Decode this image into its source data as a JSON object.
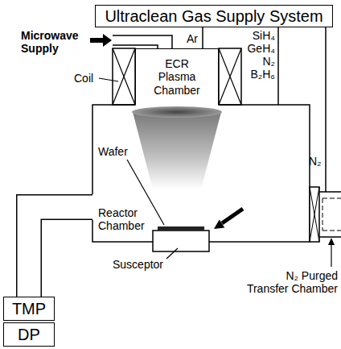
{
  "diagram": {
    "nodes": [
      {
        "text": [
          "Ultraclean Gas Supply System"
        ]
      },
      {
        "text": [
          "ECR Plasma Chamber"
        ]
      },
      {
        "text": [
          "Reactor Chamber"
        ]
      },
      {
        "text": [
          "TMP"
        ]
      },
      {
        "text": [
          "DP"
        ]
      }
    ],
    "edges": [
      {
        "from": 0,
        "to": 1,
        "arrow": "none"
      },
      {
        "from": 0,
        "to": 2,
        "arrow": "none"
      },
      {
        "from": 2,
        "to": 3,
        "arrow": "none"
      }
    ],
    "labels": [
      "Ar",
      "SiH₄",
      "GeH₄",
      "N₂",
      "B₂H₆",
      "Microwave Supply",
      "Coil",
      "Wafer",
      "Susceptor",
      "N₂",
      "N₂ Purged Transfer Chamber"
    ]
  }
}
